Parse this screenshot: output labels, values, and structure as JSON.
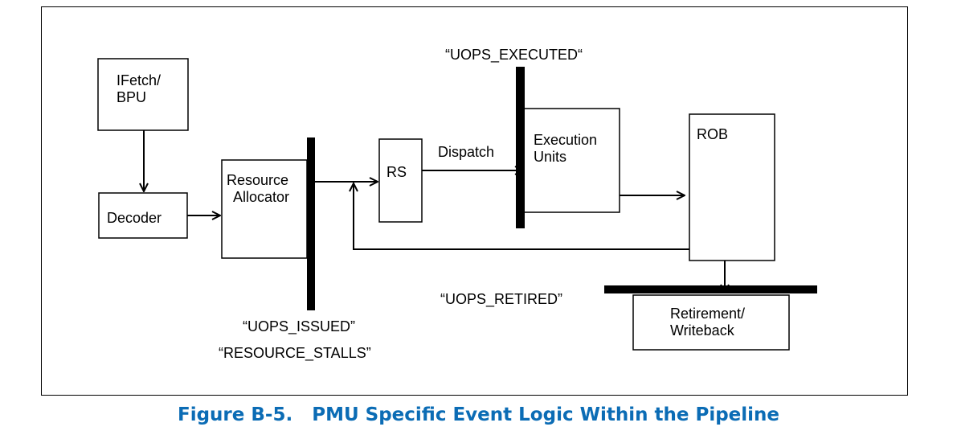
{
  "blocks": {
    "ifetch": [
      "IFetch/",
      "BPU"
    ],
    "decoder": "Decoder",
    "resource_allocator": [
      "Resource",
      "Allocator"
    ],
    "rs": "RS",
    "execution_units": [
      "Execution",
      "Units"
    ],
    "rob": "ROB",
    "retirement": [
      "Retirement/",
      "Writeback"
    ]
  },
  "flow_labels": {
    "dispatch": "Dispatch"
  },
  "event_labels": {
    "uops_executed": "“UOPS_EXECUTED“",
    "uops_issued": "“UOPS_ISSUED”",
    "resource_stalls": "“RESOURCE_STALLS”",
    "uops_retired": "“UOPS_RETIRED”"
  },
  "caption": "Figure B-5.   PMU Specific Event Logic Within the Pipeline",
  "colors": {
    "caption": "#0b6cb5",
    "lines": "#000000"
  }
}
